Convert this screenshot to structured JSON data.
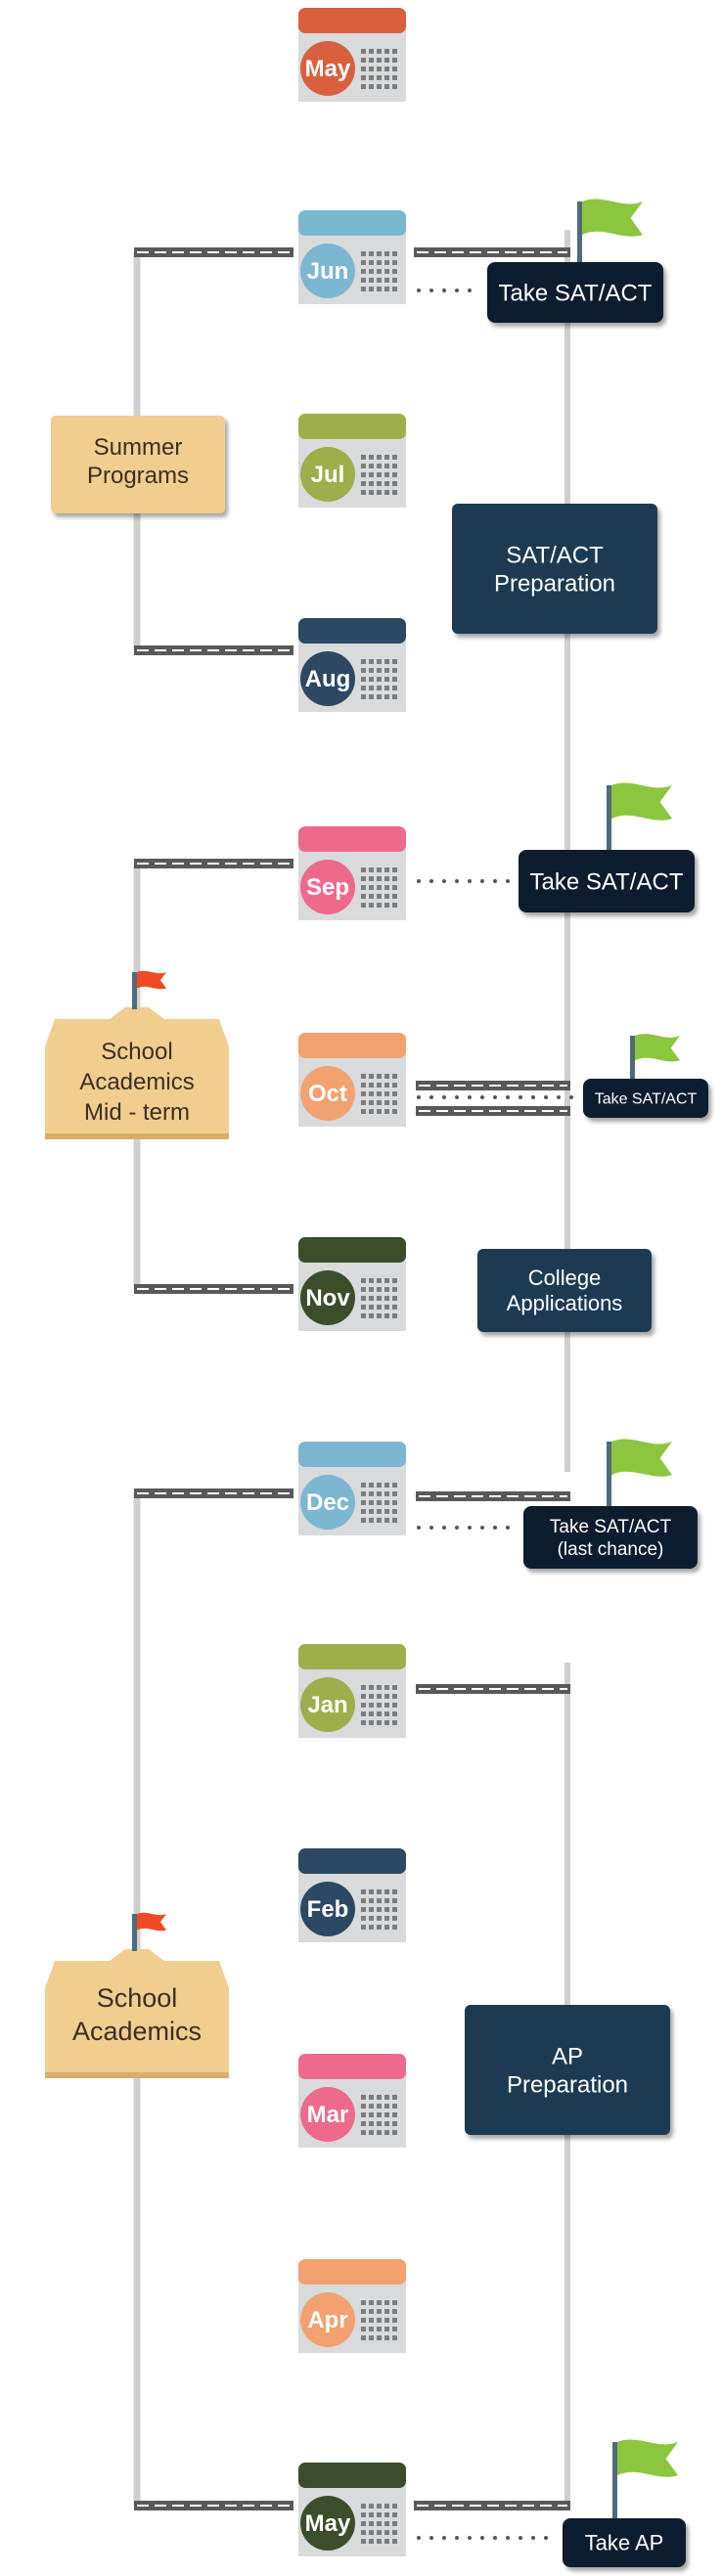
{
  "months": [
    {
      "label": "May",
      "color": "#d9603f"
    },
    {
      "label": "Jun",
      "color": "#7db6d1"
    },
    {
      "label": "Jul",
      "color": "#9dae4a"
    },
    {
      "label": "Aug",
      "color": "#2c4862"
    },
    {
      "label": "Sep",
      "color": "#ee6a8c"
    },
    {
      "label": "Oct",
      "color": "#f2a171"
    },
    {
      "label": "Nov",
      "color": "#3b4d2a"
    },
    {
      "label": "Dec",
      "color": "#7db6d1"
    },
    {
      "label": "Jan",
      "color": "#9dae4a"
    },
    {
      "label": "Feb",
      "color": "#2c4862"
    },
    {
      "label": "Mar",
      "color": "#ee6a8c"
    },
    {
      "label": "Apr",
      "color": "#f2a171"
    },
    {
      "label": "May",
      "color": "#3b4d2a"
    }
  ],
  "left_groups": [
    {
      "lines": [
        "Summer",
        "Programs"
      ]
    },
    {
      "lines": [
        "School",
        "Academics",
        "Mid - term"
      ]
    },
    {
      "lines": [
        "School",
        "Academics"
      ]
    }
  ],
  "right_boxes": [
    {
      "lines": [
        "SAT/ACT",
        "Preparation"
      ]
    },
    {
      "lines": [
        "College",
        "Applications"
      ]
    },
    {
      "lines": [
        "AP",
        "Preparation"
      ]
    }
  ],
  "milestones": [
    {
      "lines": [
        "Take SAT/ACT"
      ]
    },
    {
      "lines": [
        "Take SAT/ACT"
      ]
    },
    {
      "lines": [
        "Take SAT/ACT"
      ]
    },
    {
      "lines": [
        "Take SAT/ACT",
        "(last chance)"
      ]
    },
    {
      "lines": [
        "Take AP"
      ]
    }
  ],
  "colors": {
    "dark_box": "#1d3b52",
    "beige": "#f1cd90",
    "beige_shadow": "#d6ae6a",
    "flag_green": "#8cc63f",
    "flag_red": "#f04a24",
    "pole": "#4f6b7a",
    "track": "#58595b",
    "spine": "#cfcfcf",
    "calendar_body": "#d9dadb",
    "calendar_dots": "#7b7d80"
  }
}
